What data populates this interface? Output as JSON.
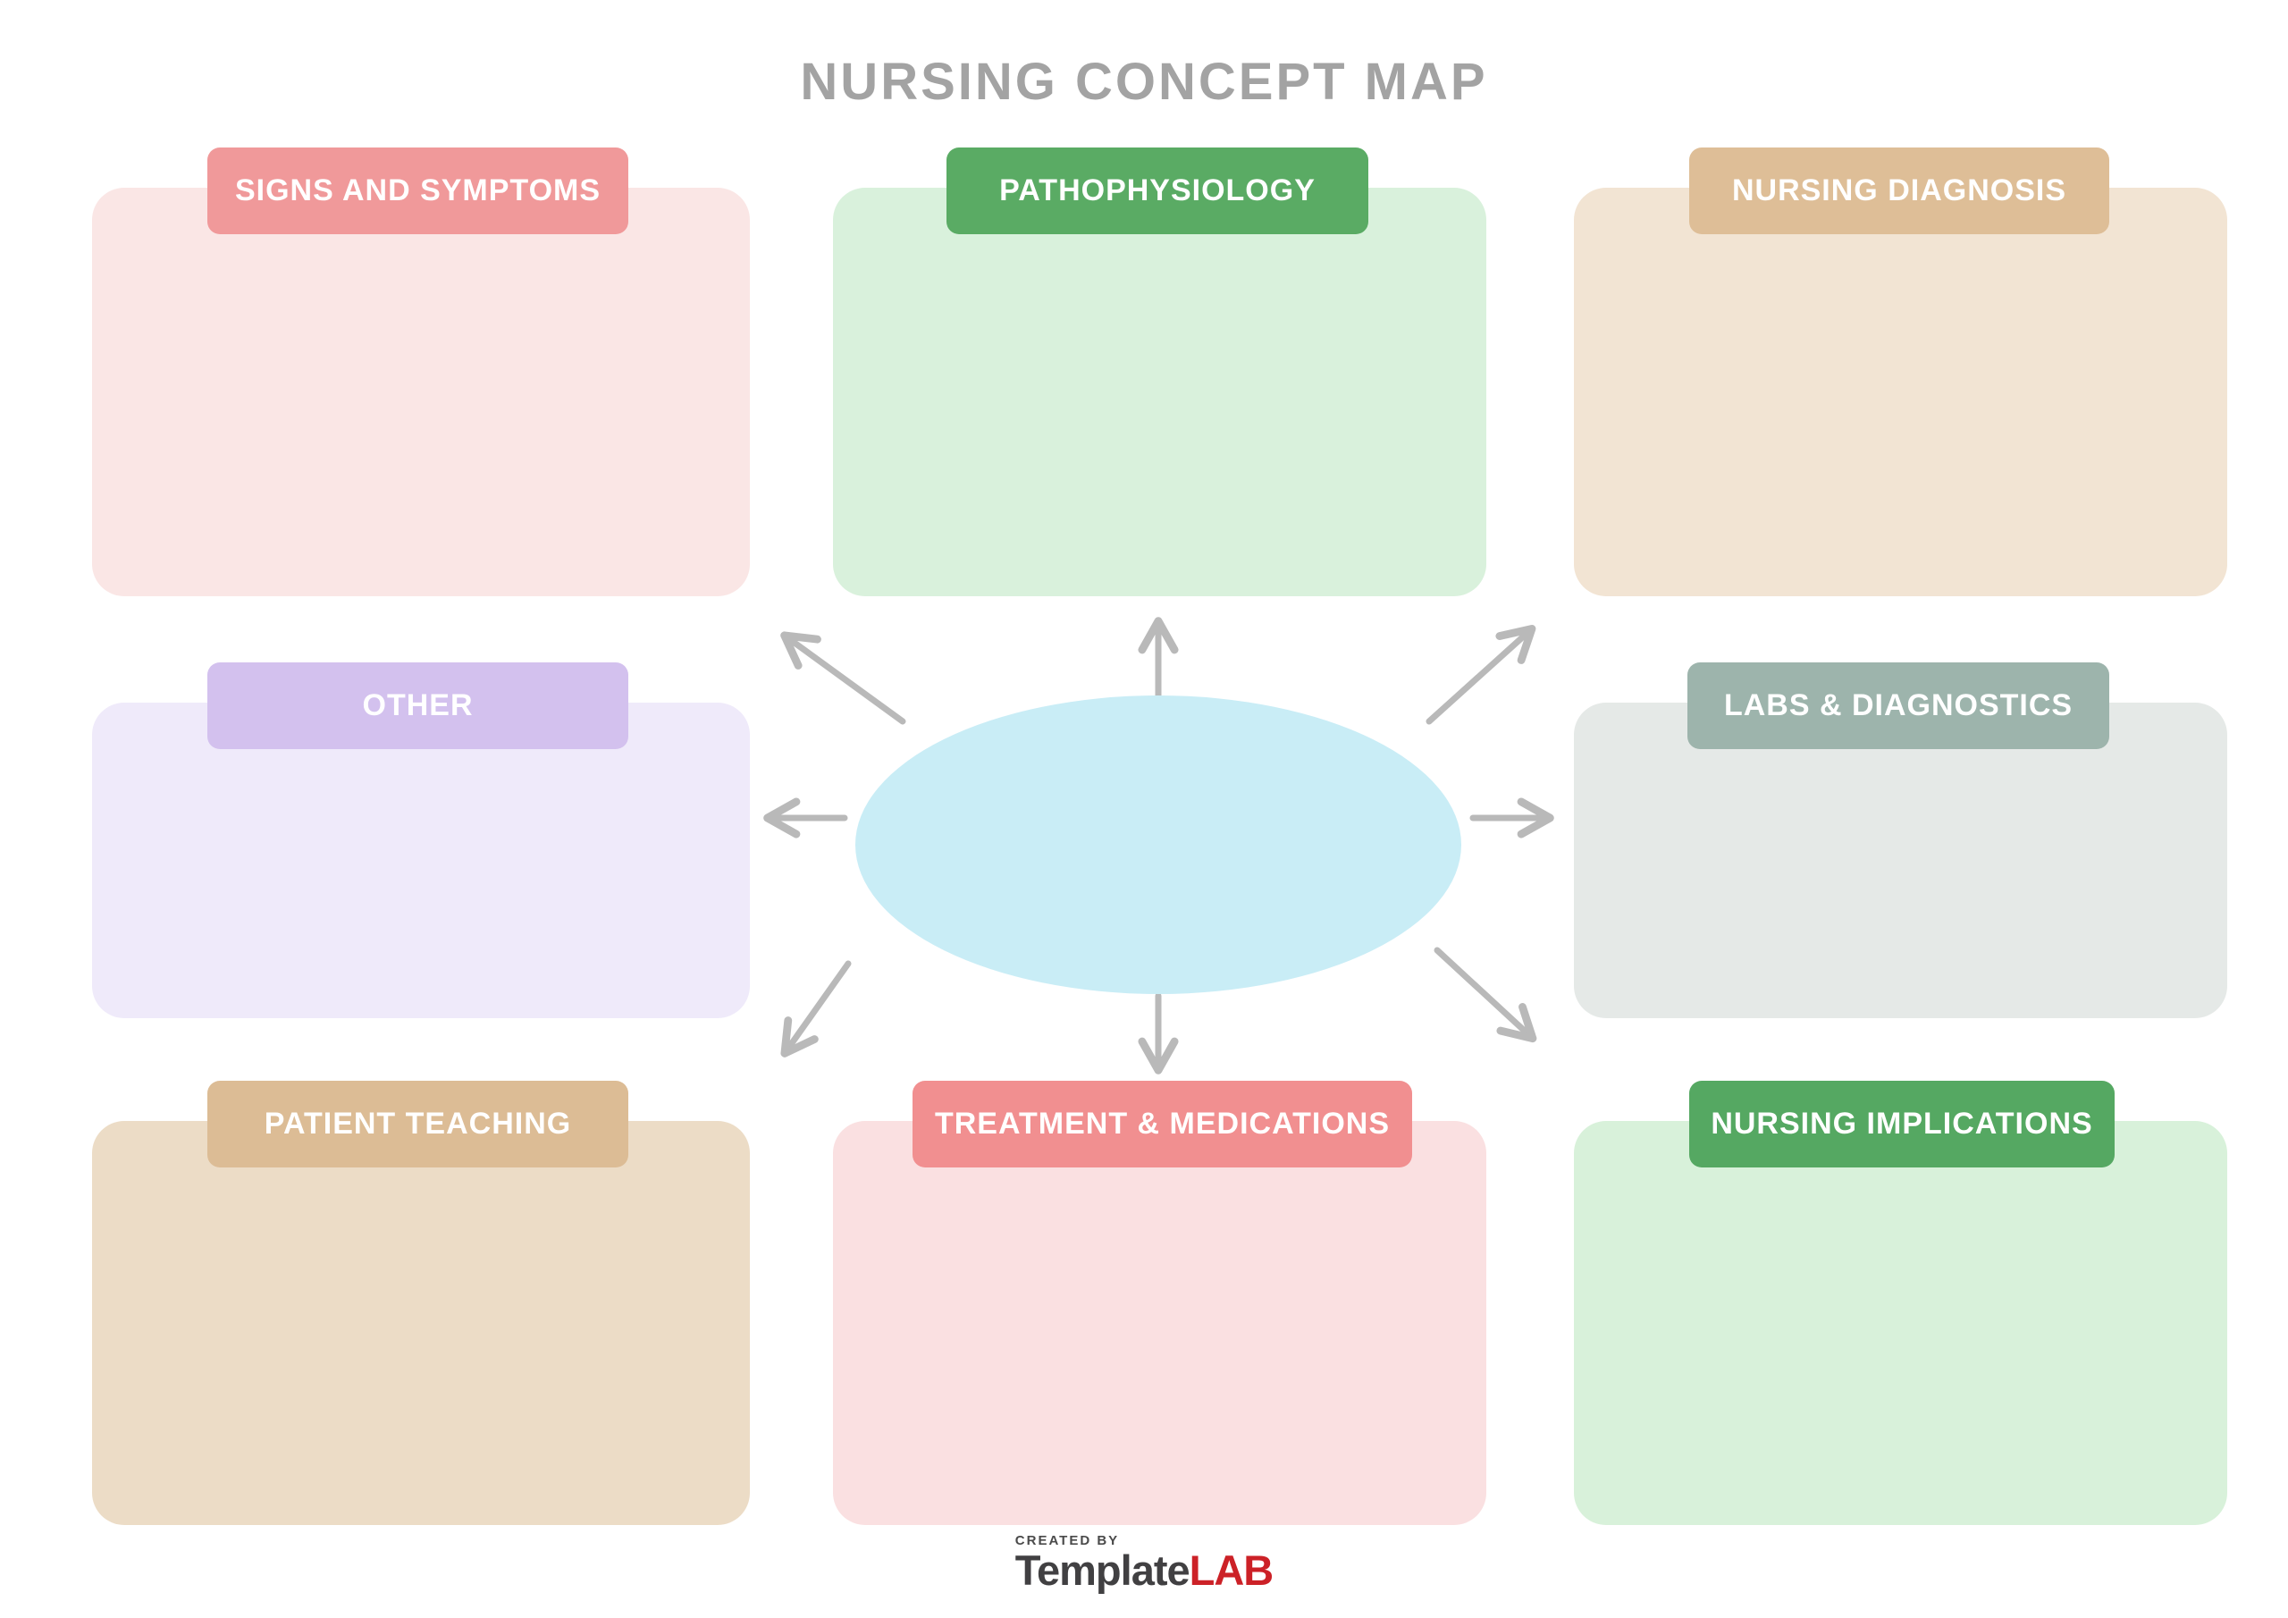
{
  "title": "NURSING CONCEPT MAP",
  "colors": {
    "title_text": "#a3a3a3",
    "header_text": "#ffffff",
    "arrow": "#b9b9b9",
    "center_ellipse": "#c9edf6",
    "brand_accent": "#cc2127",
    "brand_primary": "#414042"
  },
  "center_topic": {
    "label": "",
    "color": "#c9edf6"
  },
  "sections": {
    "signs_and_symptoms": {
      "label": "SIGNS AND SYMPTOMS",
      "header_color": "#f0999a",
      "body_color": "#fae6e5",
      "notes": ""
    },
    "pathophysiology": {
      "label": "PATHOPHYSIOLOGY",
      "header_color": "#5aab64",
      "body_color": "#d9f1dc",
      "notes": ""
    },
    "nursing_diagnosis": {
      "label": "NURSING DIAGNOSIS",
      "header_color": "#debe97",
      "body_color": "#f2e4d3",
      "notes": ""
    },
    "other": {
      "label": "OTHER",
      "header_color": "#d3c1ee",
      "body_color": "#efeafa",
      "notes": ""
    },
    "labs_and_diagnostics": {
      "label": "LABS & DIAGNOSTICS",
      "header_color": "#9db4ac",
      "body_color": "#e5e9e7",
      "notes": ""
    },
    "patient_teaching": {
      "label": "PATIENT TEACHING",
      "header_color": "#dcbc95",
      "body_color": "#ecdcc6",
      "notes": ""
    },
    "treatment_medications": {
      "label": "TREATMENT & MEDICATIONS",
      "header_color": "#f18f90",
      "body_color": "#fae0e1",
      "notes": ""
    },
    "nursing_implications": {
      "label": "NURSING IMPLICATIONS",
      "header_color": "#55a862",
      "body_color": "#d8f1da",
      "notes": ""
    }
  },
  "arrows": {
    "color": "#b9b9b9",
    "directions": [
      "up",
      "up-right",
      "right",
      "down-right",
      "down",
      "down-left",
      "left",
      "up-left"
    ]
  },
  "footer": {
    "created_by": "CREATED BY",
    "brand": "TemplateLAB",
    "brand_primary": "Template",
    "brand_accent": "LAB"
  }
}
